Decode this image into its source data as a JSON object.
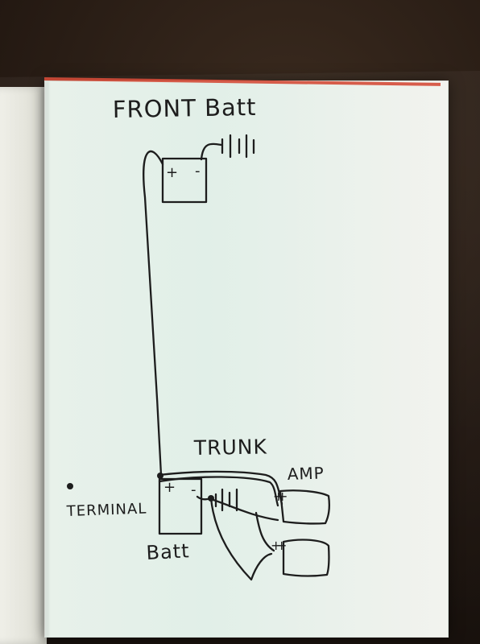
{
  "labels": {
    "front_batt": "FRONT Batt",
    "trunk": "TRUNK",
    "amp": "AMP",
    "terminal": "TERMINAL",
    "batt": "Batt",
    "plus": "+",
    "minus": "-"
  },
  "colors": {
    "ink": "#1d1d1d",
    "paper": "#e9f1ea",
    "background": "#2a1f16",
    "red_edge": "#d44b39"
  }
}
